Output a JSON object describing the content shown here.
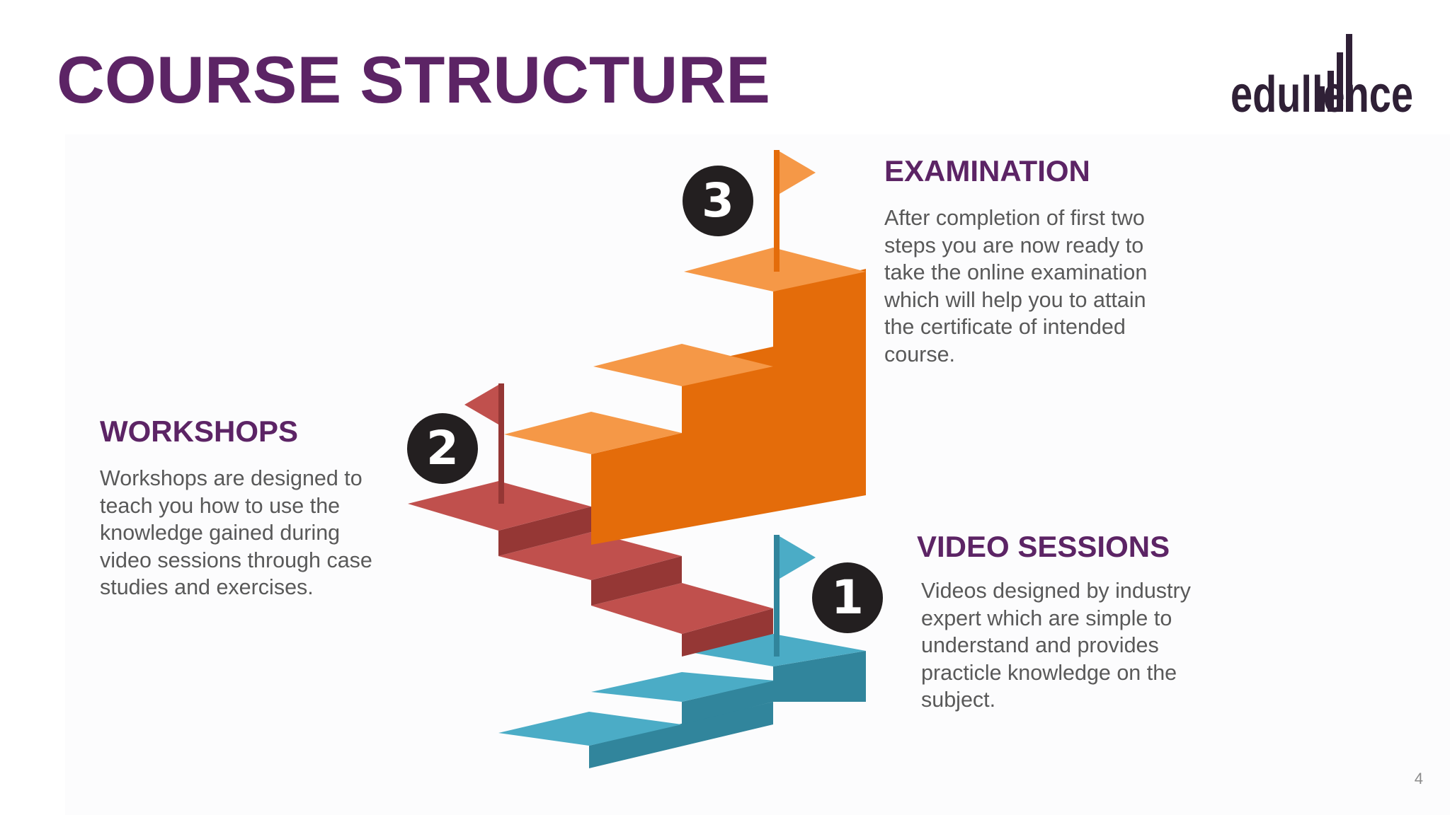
{
  "slide": {
    "title": "COURSE STRUCTURE",
    "page_number": "4"
  },
  "logo": {
    "text": "edullence",
    "color": "#2f2036",
    "icon": "edullence-logo"
  },
  "colors": {
    "title_purple": "#5c2465",
    "body_gray": "#595959",
    "step_orange": "#e46c0a",
    "step_orange_light": "#f59847",
    "step_red": "#c0504d",
    "step_red_dark": "#953735",
    "step_blue": "#4bacc6",
    "step_blue_dark": "#31859c",
    "badge": "#231f20"
  },
  "steps": [
    {
      "number": "1",
      "heading": "VIDEO SESSIONS",
      "body": "Videos designed by industry expert which are simple to understand and provides practicle knowledge on the subject.",
      "flag_icon": "flag-icon",
      "color": "blue"
    },
    {
      "number": "2",
      "heading": "WORKSHOPS",
      "body": "Workshops are designed to teach you how to use the knowledge gained during video sessions through case studies and exercises.",
      "flag_icon": "flag-icon",
      "color": "red"
    },
    {
      "number": "3",
      "heading": "EXAMINATION",
      "body": "After completion of first two steps you are now ready to take the online examination which will help you to attain the certificate of intended course.",
      "flag_icon": "flag-icon",
      "color": "orange"
    }
  ]
}
